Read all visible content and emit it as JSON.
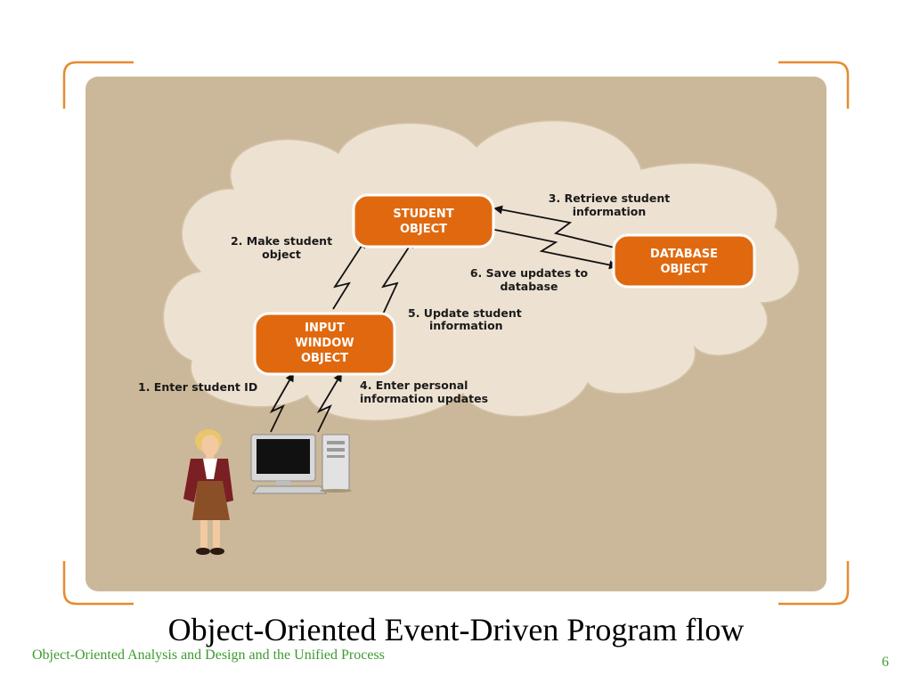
{
  "slide": {
    "title": "Object-Oriented Event-Driven Program flow",
    "footer": "Object-Oriented Analysis and Design and the Unified Process",
    "page_number": "6"
  },
  "colors": {
    "panel": "#cbb89a",
    "cloud": "#ede2d2",
    "node_fill": "#e0690f",
    "bracket": "#e68a2e",
    "footer_text": "#3d9a2f"
  },
  "diagram": {
    "nodes": {
      "student": {
        "lines": [
          "STUDENT",
          "OBJECT"
        ]
      },
      "database": {
        "lines": [
          "DATABASE",
          "OBJECT"
        ]
      },
      "input": {
        "lines": [
          "INPUT",
          "WINDOW",
          "OBJECT"
        ]
      }
    },
    "edges": {
      "e1": {
        "lines": [
          "1. Enter student ID"
        ]
      },
      "e2": {
        "lines": [
          "2. Make student",
          "object"
        ]
      },
      "e3": {
        "lines": [
          "3. Retrieve student",
          "information"
        ]
      },
      "e4": {
        "lines": [
          "4. Enter personal",
          "information updates"
        ]
      },
      "e5": {
        "lines": [
          "5. Update student",
          "information"
        ]
      },
      "e6": {
        "lines": [
          "6. Save updates to",
          "database"
        ]
      }
    }
  }
}
